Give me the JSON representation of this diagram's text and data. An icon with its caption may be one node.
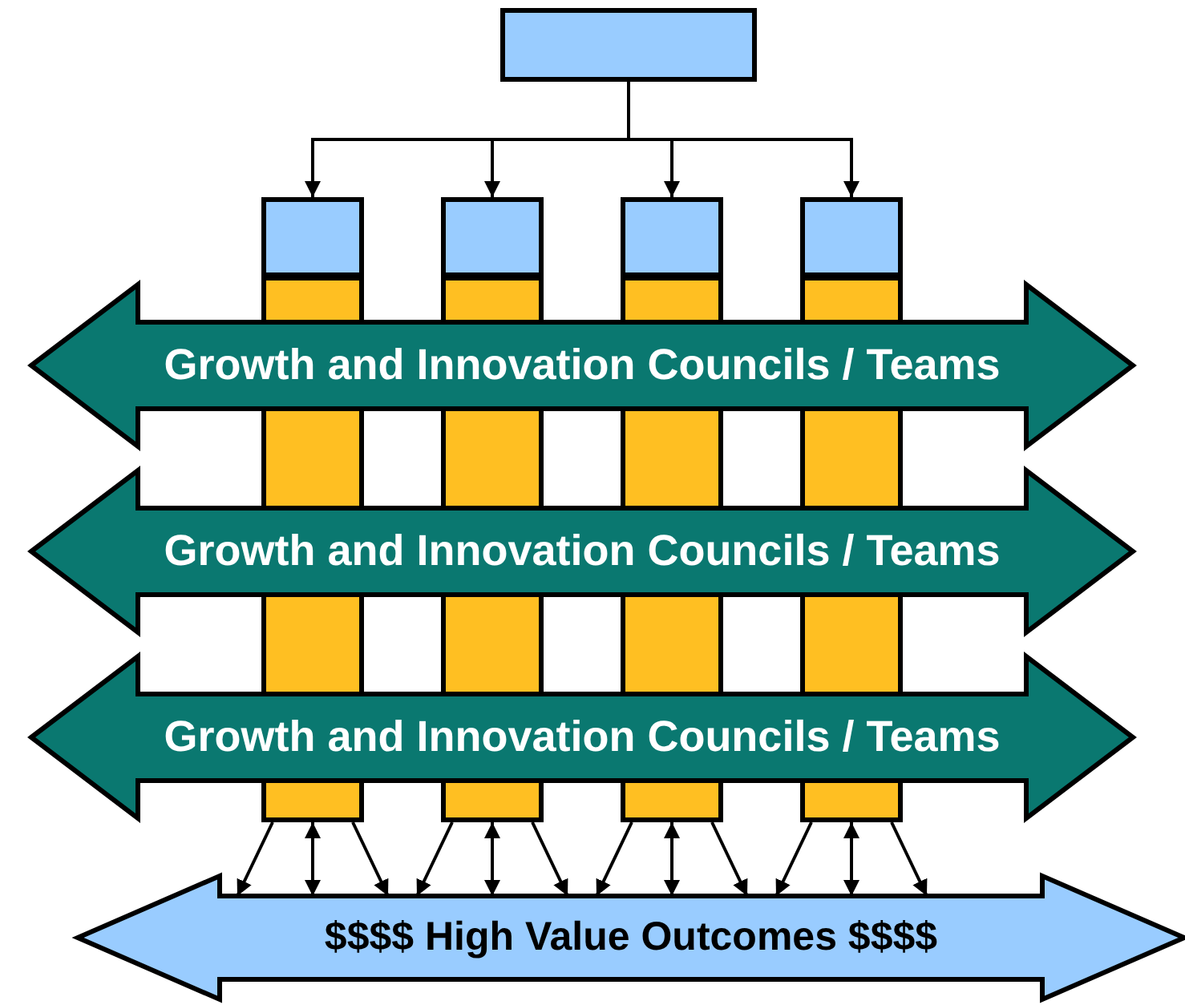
{
  "diagram": {
    "nodes": [
      {
        "text": [],
        "shape": "box"
      },
      {
        "text": [],
        "shape": "box"
      },
      {
        "text": [],
        "shape": "box"
      },
      {
        "text": [],
        "shape": "box"
      },
      {
        "text": [],
        "shape": "box"
      },
      {
        "text": [],
        "shape": "box"
      },
      {
        "text": [],
        "shape": "box"
      },
      {
        "text": [],
        "shape": "box"
      },
      {
        "text": [],
        "shape": "box"
      },
      {
        "text": [
          "Growth and Innovation Councils / Teams"
        ]
      },
      {
        "text": [
          "Growth and Innovation Councils / Teams"
        ]
      },
      {
        "text": [
          "Growth and Innovation Councils / Teams"
        ]
      },
      {
        "text": [
          "$$$$ High Value Outcomes $$$$"
        ]
      }
    ],
    "edges": [
      {
        "from": 0,
        "to": 1,
        "arrow": "to"
      },
      {
        "from": 0,
        "to": 2,
        "arrow": "to"
      },
      {
        "from": 0,
        "to": 3,
        "arrow": "to"
      },
      {
        "from": 0,
        "to": 4,
        "arrow": "to"
      },
      {
        "from": 5,
        "to": 12,
        "arrow": "to"
      },
      {
        "from": 5,
        "to": 12,
        "arrow": "both"
      },
      {
        "from": 5,
        "to": 12,
        "arrow": "to"
      },
      {
        "from": 6,
        "to": 12,
        "arrow": "to"
      },
      {
        "from": 6,
        "to": 12,
        "arrow": "both"
      },
      {
        "from": 6,
        "to": 12,
        "arrow": "to"
      },
      {
        "from": 7,
        "to": 12,
        "arrow": "to"
      },
      {
        "from": 7,
        "to": 12,
        "arrow": "both"
      },
      {
        "from": 7,
        "to": 12,
        "arrow": "to"
      },
      {
        "from": 8,
        "to": 12,
        "arrow": "to"
      },
      {
        "from": 8,
        "to": 12,
        "arrow": "both"
      },
      {
        "from": 8,
        "to": 12,
        "arrow": "to"
      }
    ]
  }
}
